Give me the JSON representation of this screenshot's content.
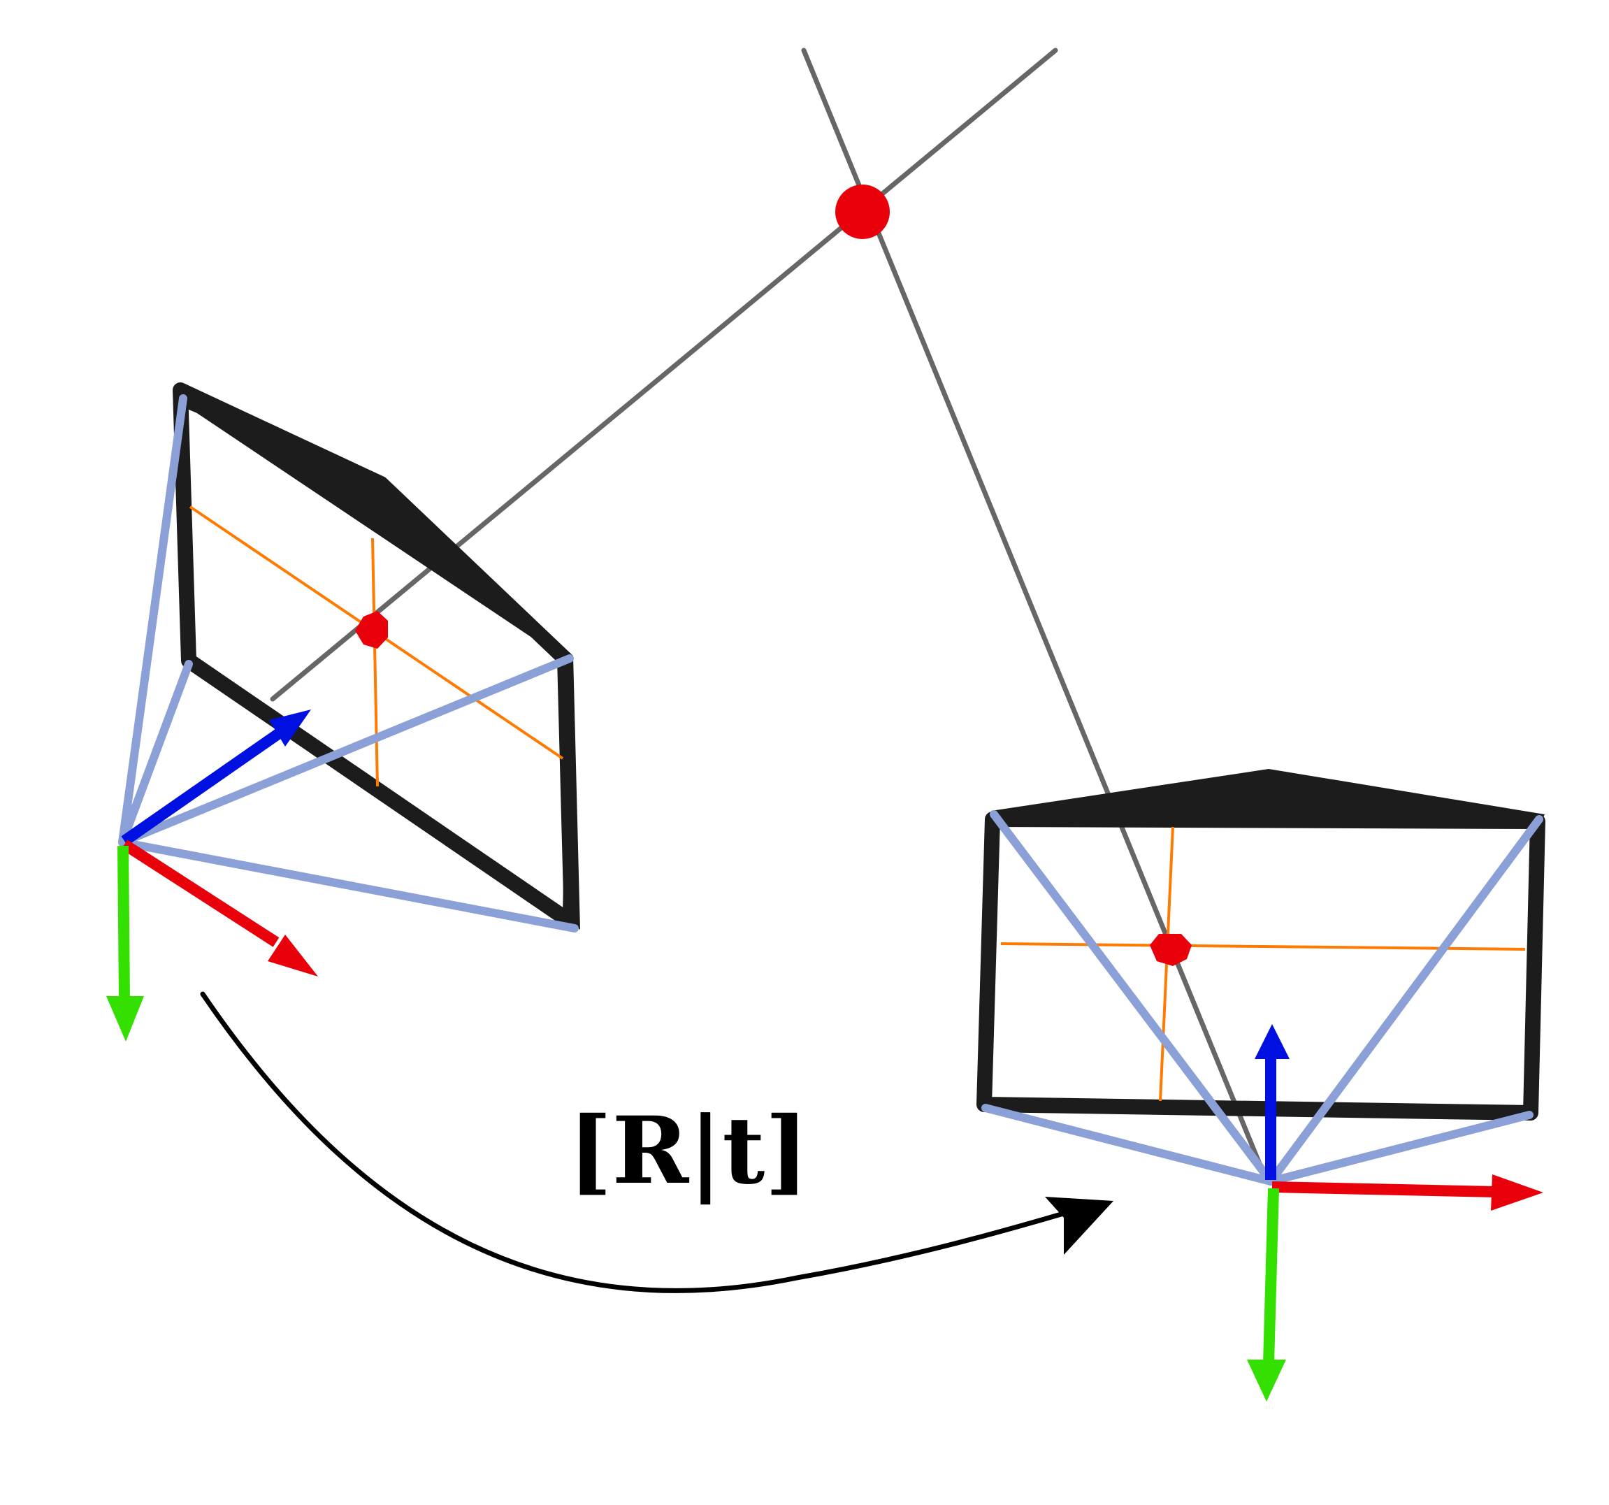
{
  "figure": {
    "transform_label": "[R|t]"
  },
  "colors": {
    "ray": "#666666",
    "point": "#e8000b",
    "frame": "#1c1c1c",
    "frustum_edges": "#8aa0d6",
    "principal_axes": "#ff7a00",
    "axis_x": "#e8000b",
    "axis_y": "#33e000",
    "axis_z": "#0010e0",
    "arrow": "#000000"
  },
  "icons": {
    "world_point": "red-dot",
    "camera_left": "camera-frustum",
    "camera_right": "camera-frustum",
    "transform_arrow": "curved-arrow-icon"
  }
}
